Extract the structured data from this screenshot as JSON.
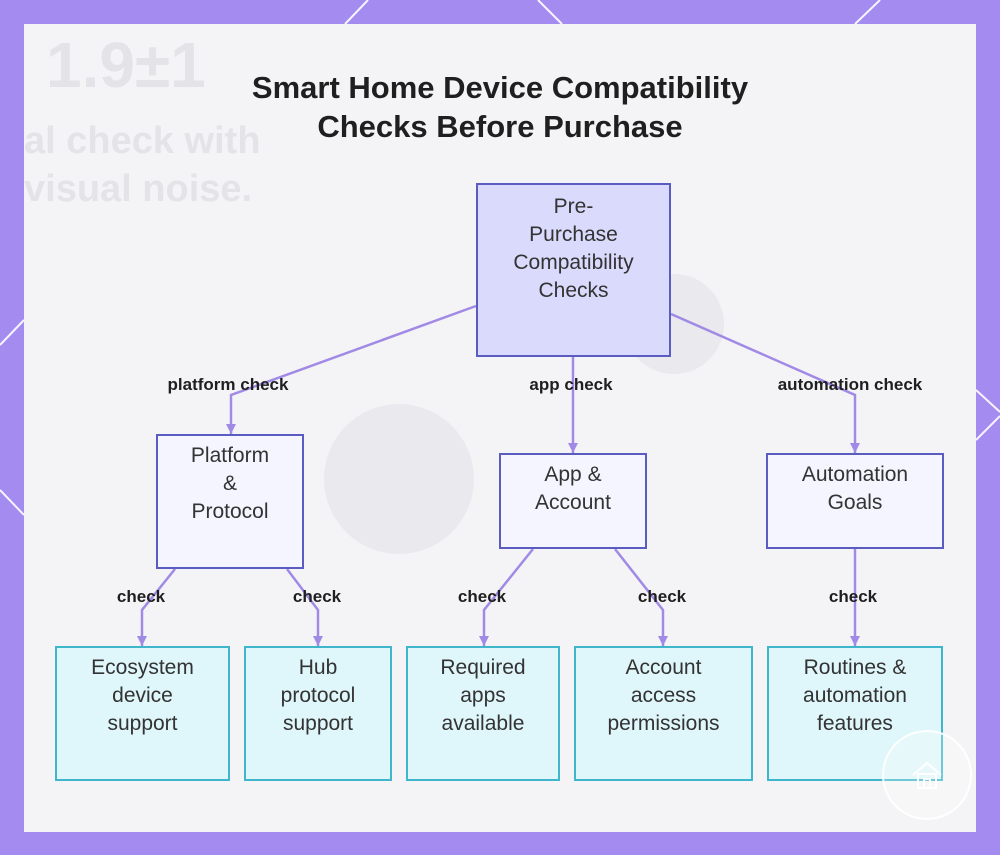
{
  "title": {
    "line1": "Smart Home Device Compatibility",
    "line2": "Checks Before Purchase"
  },
  "background_text": {
    "big": "1.9±1",
    "line1": "al check with",
    "line2": "visual noise."
  },
  "colors": {
    "frame": "#a38bf0",
    "edge": "#a18ae6",
    "root_fill": "#d9dafc",
    "node_border": "#5b5cc2",
    "leaf_fill": "#dff6fa",
    "leaf_border": "#3fb6cc"
  },
  "nodes": {
    "root": [
      "Pre-",
      "Purchase",
      "Compatibility",
      "Checks"
    ],
    "platform": [
      "Platform",
      "&",
      "Protocol"
    ],
    "app": [
      "App &",
      "Account"
    ],
    "automation": [
      "Automation",
      "Goals"
    ],
    "ecosystem": [
      "Ecosystem",
      "device",
      "support"
    ],
    "hub": [
      "Hub",
      "protocol",
      "support"
    ],
    "required_apps": [
      "Required",
      "apps",
      "available"
    ],
    "account_access": [
      "Account",
      "access",
      "permissions"
    ],
    "routines": [
      "Routines &",
      "automation",
      "features"
    ]
  },
  "edge_labels": {
    "platform_check": "platform check",
    "app_check": "app check",
    "automation_check": "automation check",
    "check": "check"
  },
  "watermark_icon": "home-icon"
}
